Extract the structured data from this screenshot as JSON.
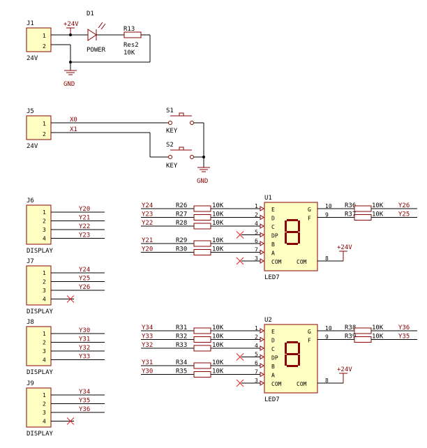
{
  "section_power": {
    "connector": {
      "ref": "J1",
      "value": "24V",
      "pins": [
        "1",
        "2"
      ]
    },
    "supply": "+24V",
    "led": {
      "ref": "D1",
      "value": "POWER"
    },
    "resistor": {
      "ref": "R13",
      "name": "Res2",
      "value": "10K"
    },
    "ground": "GND"
  },
  "section_keys": {
    "connector": {
      "ref": "J5",
      "value": "24V",
      "pins": [
        "1",
        "2"
      ]
    },
    "nets": [
      "X0",
      "X1"
    ],
    "switches": [
      {
        "ref": "S1",
        "value": "KEY"
      },
      {
        "ref": "S2",
        "value": "KEY"
      }
    ],
    "ground": "GND"
  },
  "display_connectors": [
    {
      "ref": "J6",
      "value": "DISPLAY",
      "pins": [
        "1",
        "2",
        "3",
        "4"
      ],
      "nets": [
        "Y20",
        "Y21",
        "Y22",
        "Y23"
      ]
    },
    {
      "ref": "J7",
      "value": "DISPLAY",
      "pins": [
        "1",
        "2",
        "3",
        "4"
      ],
      "nets": [
        "Y24",
        "Y25",
        "Y26",
        ""
      ]
    },
    {
      "ref": "J8",
      "value": "DISPLAY",
      "pins": [
        "1",
        "2",
        "3",
        "4"
      ],
      "nets": [
        "Y30",
        "Y31",
        "Y32",
        "Y33"
      ]
    },
    {
      "ref": "J9",
      "value": "DISPLAY",
      "pins": [
        "1",
        "2",
        "3",
        "4"
      ],
      "nets": [
        "Y34",
        "Y35",
        "Y36",
        ""
      ]
    }
  ],
  "led_displays": [
    {
      "ref": "U1",
      "value": "LED7",
      "supply": "+24V",
      "left": [
        {
          "net": "Y24",
          "res": "R26",
          "val": "10K",
          "pin": "1",
          "seg": "E"
        },
        {
          "net": "Y23",
          "res": "R27",
          "val": "10K",
          "pin": "2",
          "seg": "D"
        },
        {
          "net": "Y22",
          "res": "R28",
          "val": "10K",
          "pin": "4",
          "seg": "C"
        },
        {
          "net": "",
          "res": "",
          "val": "",
          "pin": "5",
          "seg": "DP"
        },
        {
          "net": "Y21",
          "res": "R29",
          "val": "10K",
          "pin": "6",
          "seg": "B"
        },
        {
          "net": "Y20",
          "res": "R30",
          "val": "10K",
          "pin": "7",
          "seg": "A"
        },
        {
          "net": "",
          "res": "",
          "val": "",
          "pin": "3",
          "seg": "COM"
        }
      ],
      "right": [
        {
          "pin": "10",
          "seg": "G",
          "res": "R36",
          "val": "10K",
          "net": "Y26"
        },
        {
          "pin": "9",
          "seg": "F",
          "res": "R37",
          "val": "10K",
          "net": "Y25"
        }
      ],
      "com_right": {
        "pin": "8",
        "label": "COM"
      }
    },
    {
      "ref": "U2",
      "value": "LED7",
      "supply": "+24V",
      "left": [
        {
          "net": "Y34",
          "res": "R31",
          "val": "10K",
          "pin": "1",
          "seg": "E"
        },
        {
          "net": "Y33",
          "res": "R32",
          "val": "10K",
          "pin": "2",
          "seg": "D"
        },
        {
          "net": "Y32",
          "res": "R33",
          "val": "10K",
          "pin": "4",
          "seg": "C"
        },
        {
          "net": "",
          "res": "",
          "val": "",
          "pin": "5",
          "seg": "DP"
        },
        {
          "net": "Y31",
          "res": "R34",
          "val": "10K",
          "pin": "6",
          "seg": "B"
        },
        {
          "net": "Y30",
          "res": "R35",
          "val": "10K",
          "pin": "7",
          "seg": "A"
        },
        {
          "net": "",
          "res": "",
          "val": "",
          "pin": "3",
          "seg": "COM"
        }
      ],
      "right": [
        {
          "pin": "10",
          "seg": "G",
          "res": "R38",
          "val": "10K",
          "net": "Y36"
        },
        {
          "pin": "9",
          "seg": "F",
          "res": "R39",
          "val": "10K",
          "net": "Y35"
        }
      ],
      "com_right": {
        "pin": "8",
        "label": "COM"
      }
    }
  ]
}
